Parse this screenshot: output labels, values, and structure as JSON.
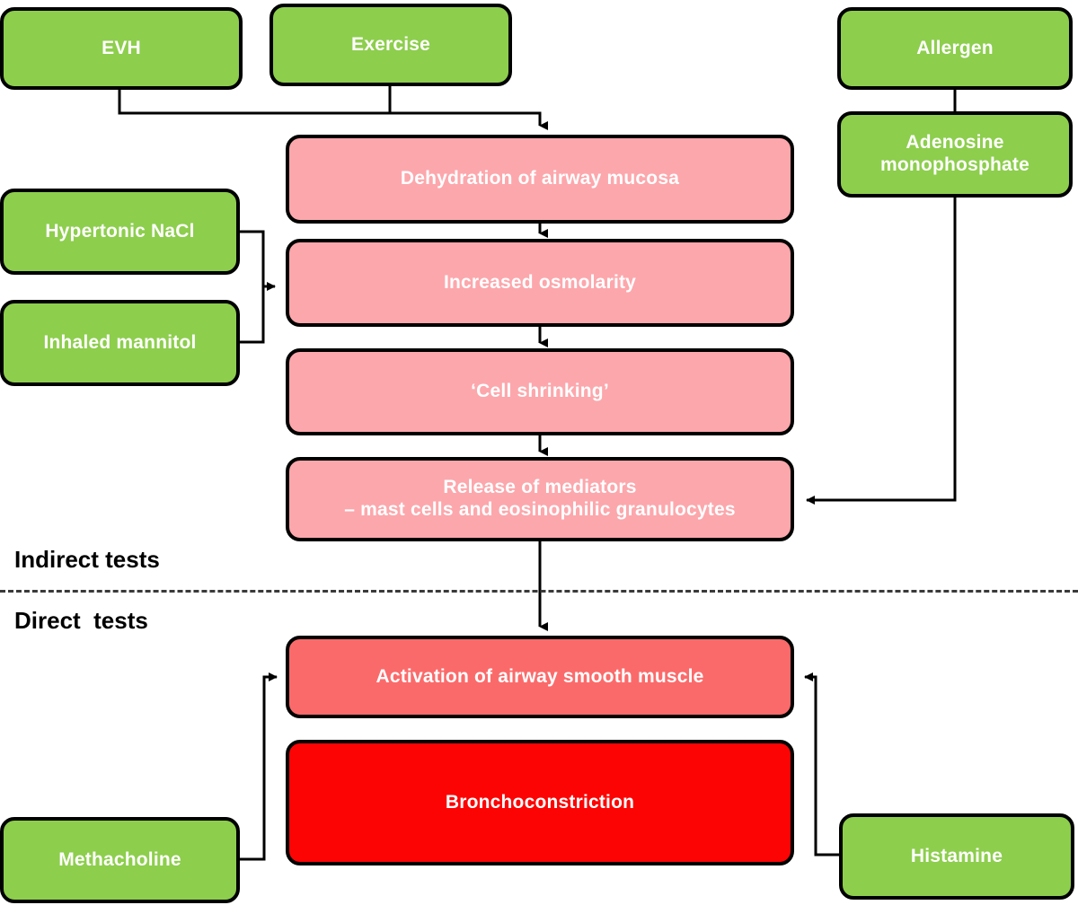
{
  "diagram": {
    "title": "Indirect and direct bronchial provocation test pathways",
    "colors": {
      "green": "#8DCE4D",
      "pink": "#FCA7AC",
      "salmon": "#FB6A6A",
      "red": "#FC0404",
      "outline": "#000000",
      "text_on_node": "#FFFFFF",
      "label_text": "#000000",
      "divider": "#3A3A3A"
    },
    "nodes": {
      "evh": "EVH",
      "exercise": "Exercise",
      "allergen": "Allergen",
      "adenosine_monophosphate": "Adenosine\nmonophosphate",
      "hypertonic_nacl": "Hypertonic NaCl",
      "inhaled_mannitol": "Inhaled mannitol",
      "dehydration": "Dehydration of airway mucosa",
      "osmolarity": "Increased  osmolarity",
      "cell_shrinking": "‘Cell shrinking’",
      "release_of_mediators": "Release of mediators\n– mast cells and eosinophilic granulocytes",
      "activation": "Activation of airway smooth muscle",
      "bronchoconstriction": "Bronchoconstriction",
      "methacholine": "Methacholine",
      "histamine": "Histamine"
    },
    "section_labels": {
      "indirect": "Indirect tests",
      "direct": "Direct  tests"
    }
  }
}
